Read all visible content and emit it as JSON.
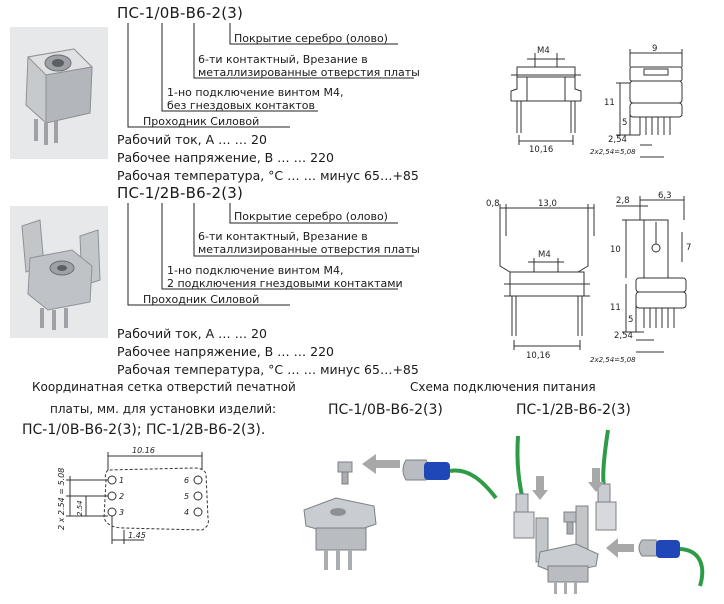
{
  "product1": {
    "code": "ПС-1/0В-В6-2(3)",
    "callouts": [
      "Покрытие серебро (олово)",
      "6-ти контактный, Врезание в",
      "металлизированные отверстия платы",
      "1-но подключение винтом М4,",
      "без гнездовых контактов",
      "Проходник Силовой"
    ],
    "specs": [
      "Рабочий ток, А … … 20",
      "Рабочее напряжение, В … … 220",
      "Рабочая температура, °С … … минус 65…+85"
    ],
    "dims": {
      "m4": "M4",
      "w9": "9",
      "h11": "11",
      "h5": "5",
      "w1016": "10,16",
      "p254": "2,54",
      "p508": "2x2,54=5,08"
    }
  },
  "product2": {
    "code": "ПС-1/2В-В6-2(3)",
    "callouts": [
      "Покрытие серебро (олово)",
      "6-ти контактный, Врезание в",
      "металлизированные отверстия платы",
      "1-но подключение винтом М4,",
      "2 подключения гнездовыми контактами",
      "Проходник Силовой"
    ],
    "specs": [
      "Рабочий ток, А … … 20",
      "Рабочее напряжение, В … … 220",
      "Рабочая температура, °С … … минус 65…+85"
    ],
    "dims": {
      "d08": "0,8",
      "d130": "13,0",
      "d28": "2,8",
      "d63": "6,3",
      "h10": "10",
      "h7": "7",
      "m4": "M4",
      "h11": "11",
      "h5": "5",
      "w1016": "10,16",
      "p254": "2,54",
      "p508": "2x2,54=5,08"
    }
  },
  "grid_section": {
    "title_line1": "Координатная сетка отверстий печатной",
    "title_line2": "платы, мм.  для установки изделий:",
    "models": "ПС-1/0В-В6-2(3); ПС-1/2В-В6-2(3).",
    "dims": {
      "w1016": "10.16",
      "v508": "2 x 2.54 = 5.08",
      "v254": "2.54",
      "h145": "1.45"
    },
    "holes": [
      "1",
      "2",
      "3",
      "4",
      "5",
      "6"
    ]
  },
  "wiring_section": {
    "title": "Схема подключения питания",
    "model1": "ПС-1/0В-В6-2(3)",
    "model2": "ПС-1/2В-В6-2(3)"
  },
  "colors": {
    "wire": "#2e9b46",
    "insulation": "#1f47b8",
    "arrow": "#a8a8a8",
    "metal": "#b9bcc0"
  }
}
